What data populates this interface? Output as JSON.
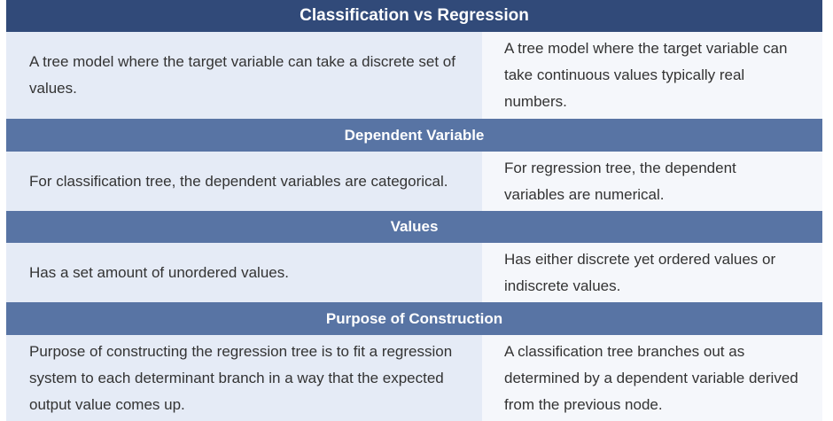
{
  "title": "Classification vs Regression",
  "intro": {
    "left": "A tree model where the target variable can take a discrete set of values.",
    "right": "A tree model where the target variable can take continuous values typically real numbers."
  },
  "sections": [
    {
      "heading": "Dependent Variable",
      "left": "For classification tree, the dependent variables are categorical.",
      "right": "For regression tree, the dependent variables are numerical."
    },
    {
      "heading": "Values",
      "left": "Has a set amount of unordered values.",
      "right": "Has either discrete yet ordered values or indiscrete values."
    },
    {
      "heading": "Purpose of Construction",
      "left": "Purpose of constructing the regression tree is to fit a regression system to each determinant branch in a way that the expected output value comes up.",
      "right": "A classification tree branches out as determined by a dependent variable derived from the previous node."
    }
  ]
}
